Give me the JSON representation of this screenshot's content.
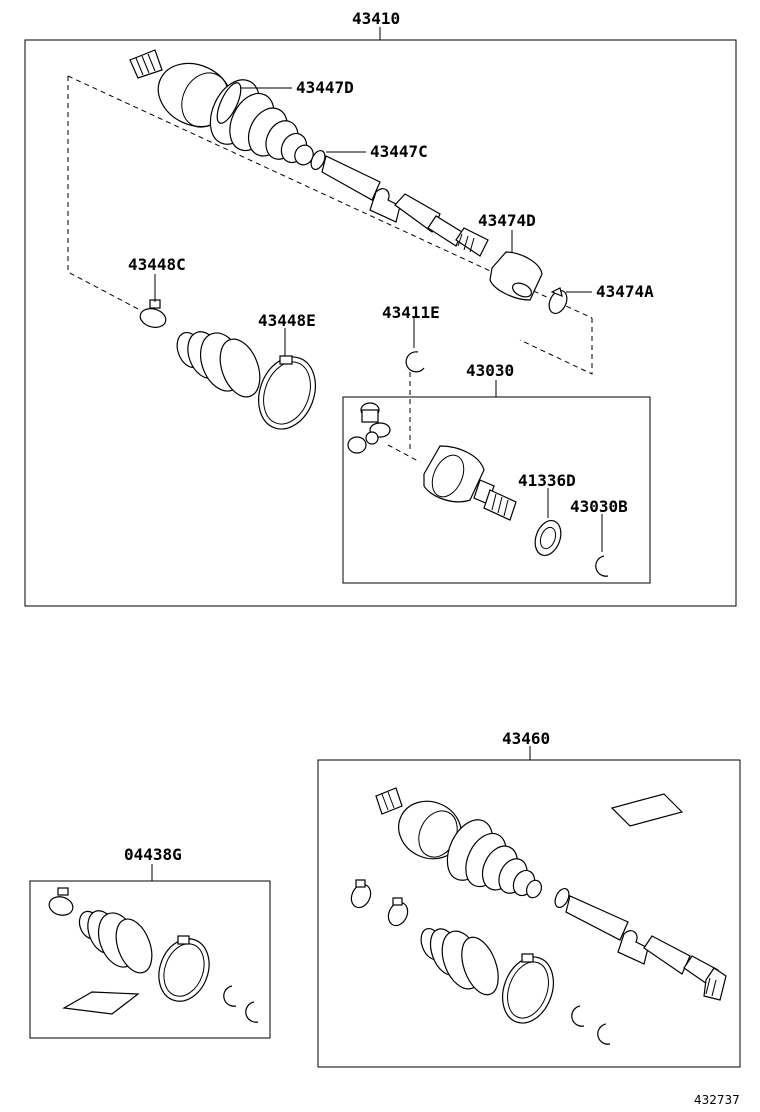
{
  "diagram": {
    "figure_id": "432737",
    "assemblies": {
      "main_shaft": "43410",
      "inboard_joint": "43030",
      "boot_kit": "04438G",
      "lh_shaft": "43460"
    },
    "parts": {
      "p43447D": "43447D",
      "p43447C": "43447C",
      "p43474D": "43474D",
      "p43474A": "43474A",
      "p43448C": "43448C",
      "p43448E": "43448E",
      "p43411E": "43411E",
      "p41336D": "41336D",
      "p43030B": "43030B"
    }
  }
}
